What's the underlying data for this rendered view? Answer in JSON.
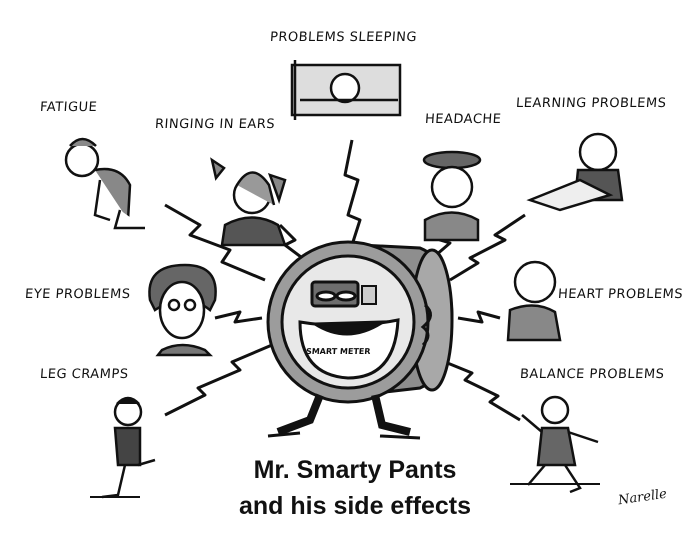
{
  "side_effects": [
    "PROBLEMS SLEEPING",
    "FATIGUE",
    "RINGING IN EARS",
    "HEADACHE",
    "LEARNING PROBLEMS",
    "EYE PROBLEMS",
    "HEART PROBLEMS",
    "LEG CRAMPS",
    "BALANCE PROBLEMS"
  ],
  "meter_label": "SMART METER",
  "title_line1": "Mr. Smarty Pants",
  "title_line2": "and his side effects",
  "signature": "Narelle",
  "colors": {
    "ink": "#111111",
    "meter_gray": "#9a9a9a",
    "shade": "#7a7a7a"
  }
}
